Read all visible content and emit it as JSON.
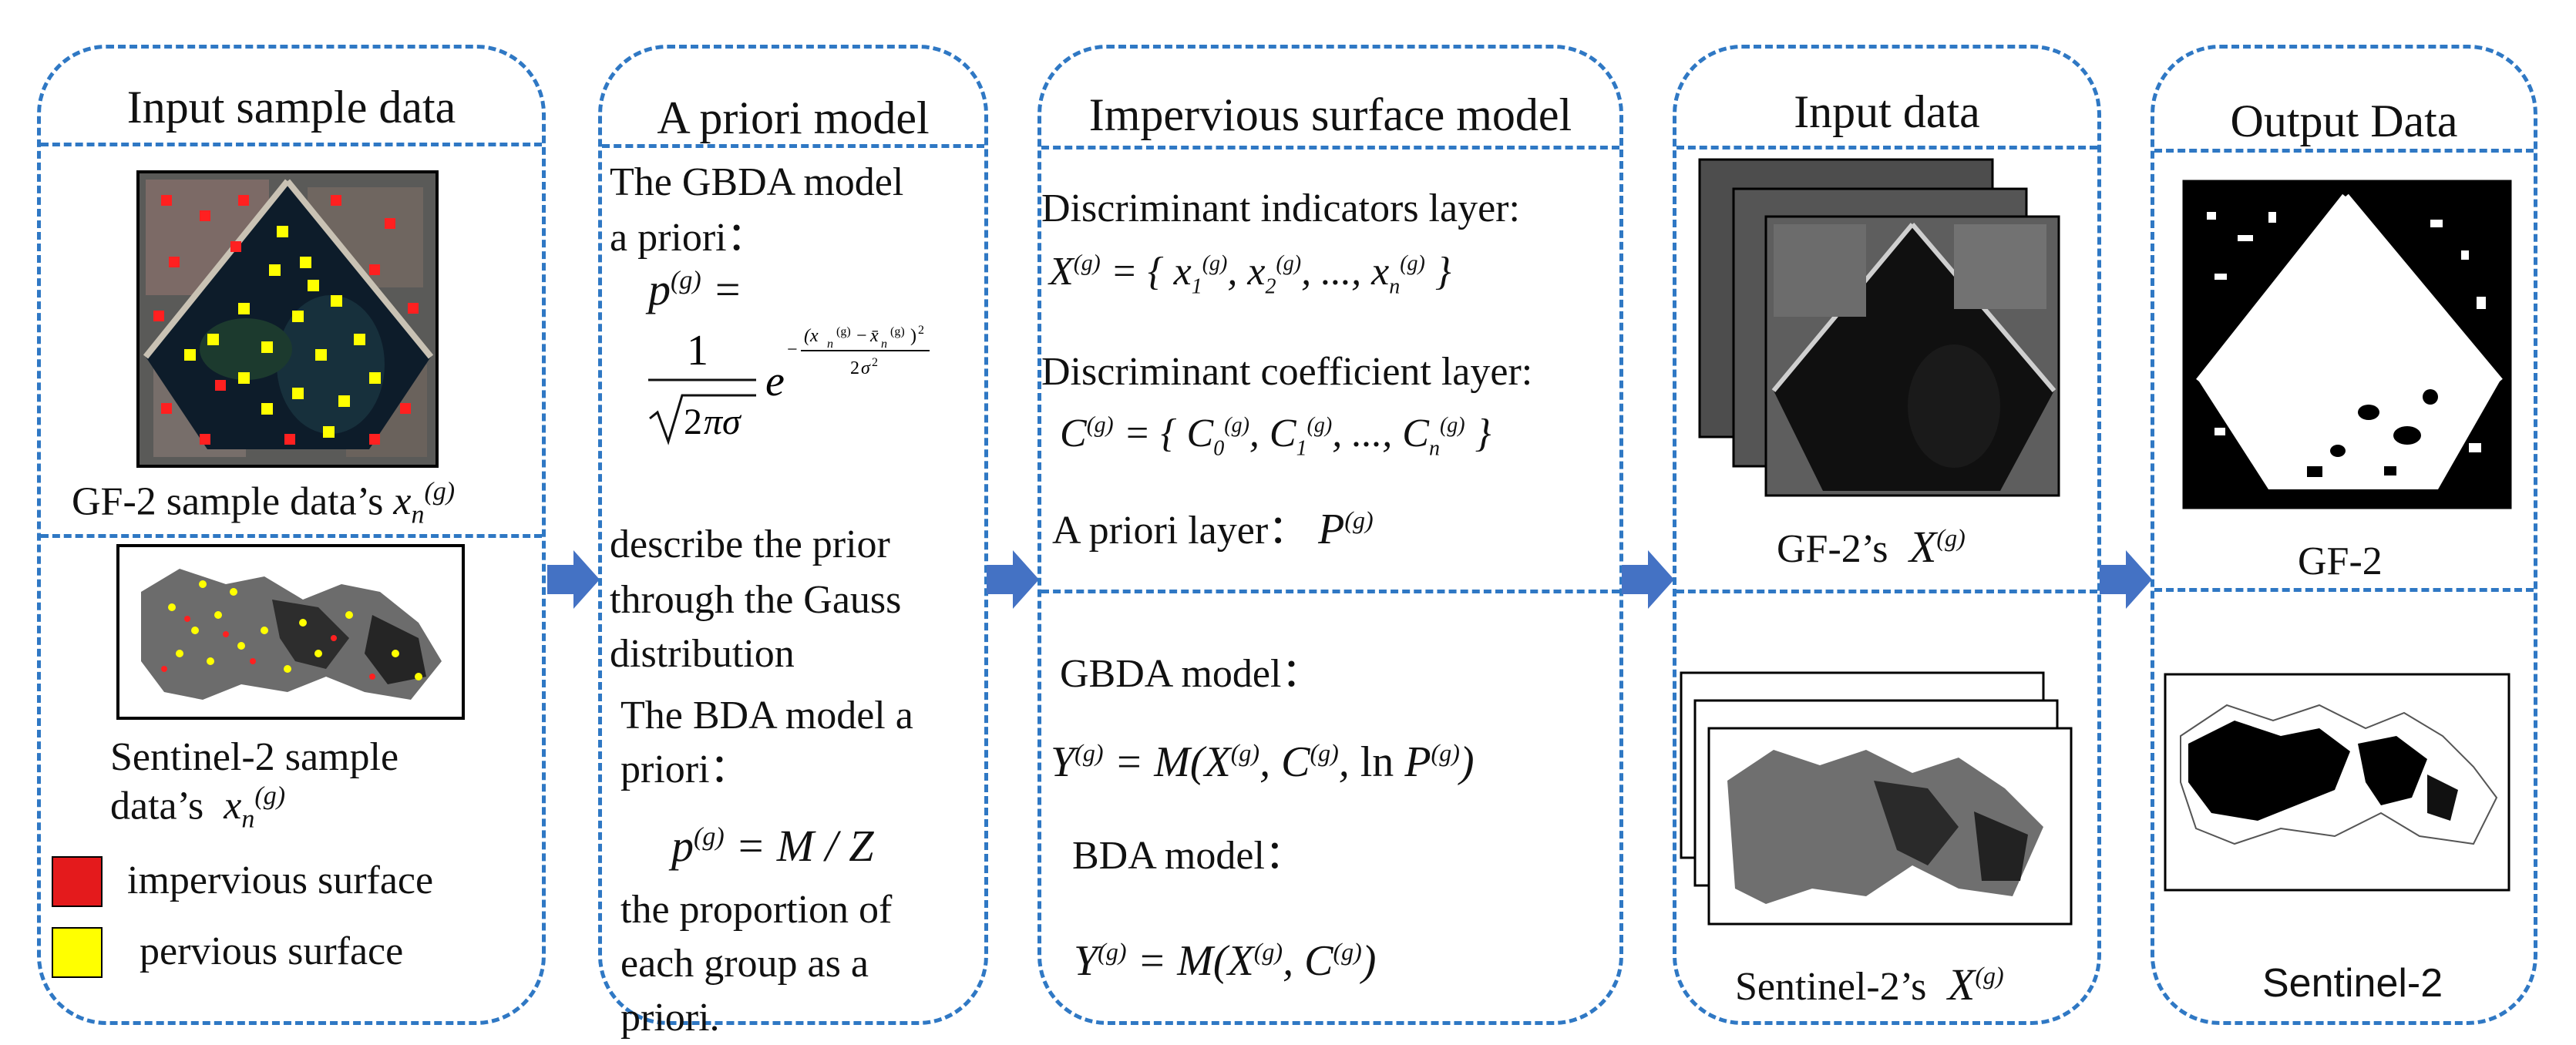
{
  "panels": {
    "input_sample": {
      "title": "Input sample data",
      "gf2_caption_prefix": "GF-2 sample data’s",
      "sentinel_caption_line1": "Sentinel-2 sample",
      "sentinel_caption_line2": "data’s",
      "legend": [
        {
          "label": "impervious surface",
          "color": "#e41a1c"
        },
        {
          "label": "pervious surface",
          "color": "#ffff00"
        }
      ]
    },
    "priori": {
      "title": "A priori model",
      "gbda_line1": "The GBDA model",
      "gbda_line2": "a priori：",
      "formula_lhs": "p(g) =",
      "desc_line1": "describe the prior",
      "desc_line2": "through the Gauss",
      "desc_line3": "distribution",
      "bda_line1": "The BDA model a",
      "bda_line2": "priori：",
      "bda_formula": "p(g) = M / Z",
      "prop_line1": "the proportion of",
      "prop_line2": "each group as a",
      "prop_line3": "priori."
    },
    "impervious": {
      "title": "Impervious surface model",
      "indicators_label": "Discriminant indicators layer:",
      "indicators_formula": "X(g) = {x1(g), x2(g), ..., xn(g)}",
      "coeff_label": "Discriminant coefficient layer:",
      "coeff_formula": "C(g) = {C0(g), C1(g), ..., Cn(g)}",
      "priori_layer_label": "A priori layer：",
      "priori_layer_symbol": "P(g)",
      "gbda_label": "GBDA  model：",
      "gbda_formula": "Y(g) = M(X(g), C(g), ln P(g))",
      "bda_label": "BDA model：",
      "bda_formula": "Y(g) = M(X(g), C(g))"
    },
    "input_data": {
      "title": "Input data",
      "gf2_caption": "GF-2’s",
      "sentinel_caption": "Sentinel-2’s",
      "symbol": "X(g)"
    },
    "output": {
      "title": "Output Data",
      "gf2_caption": "GF-2",
      "sentinel_caption": "Sentinel-2"
    }
  },
  "colors": {
    "dashed_border": "#2f78c4",
    "arrow": "#4472c4"
  }
}
